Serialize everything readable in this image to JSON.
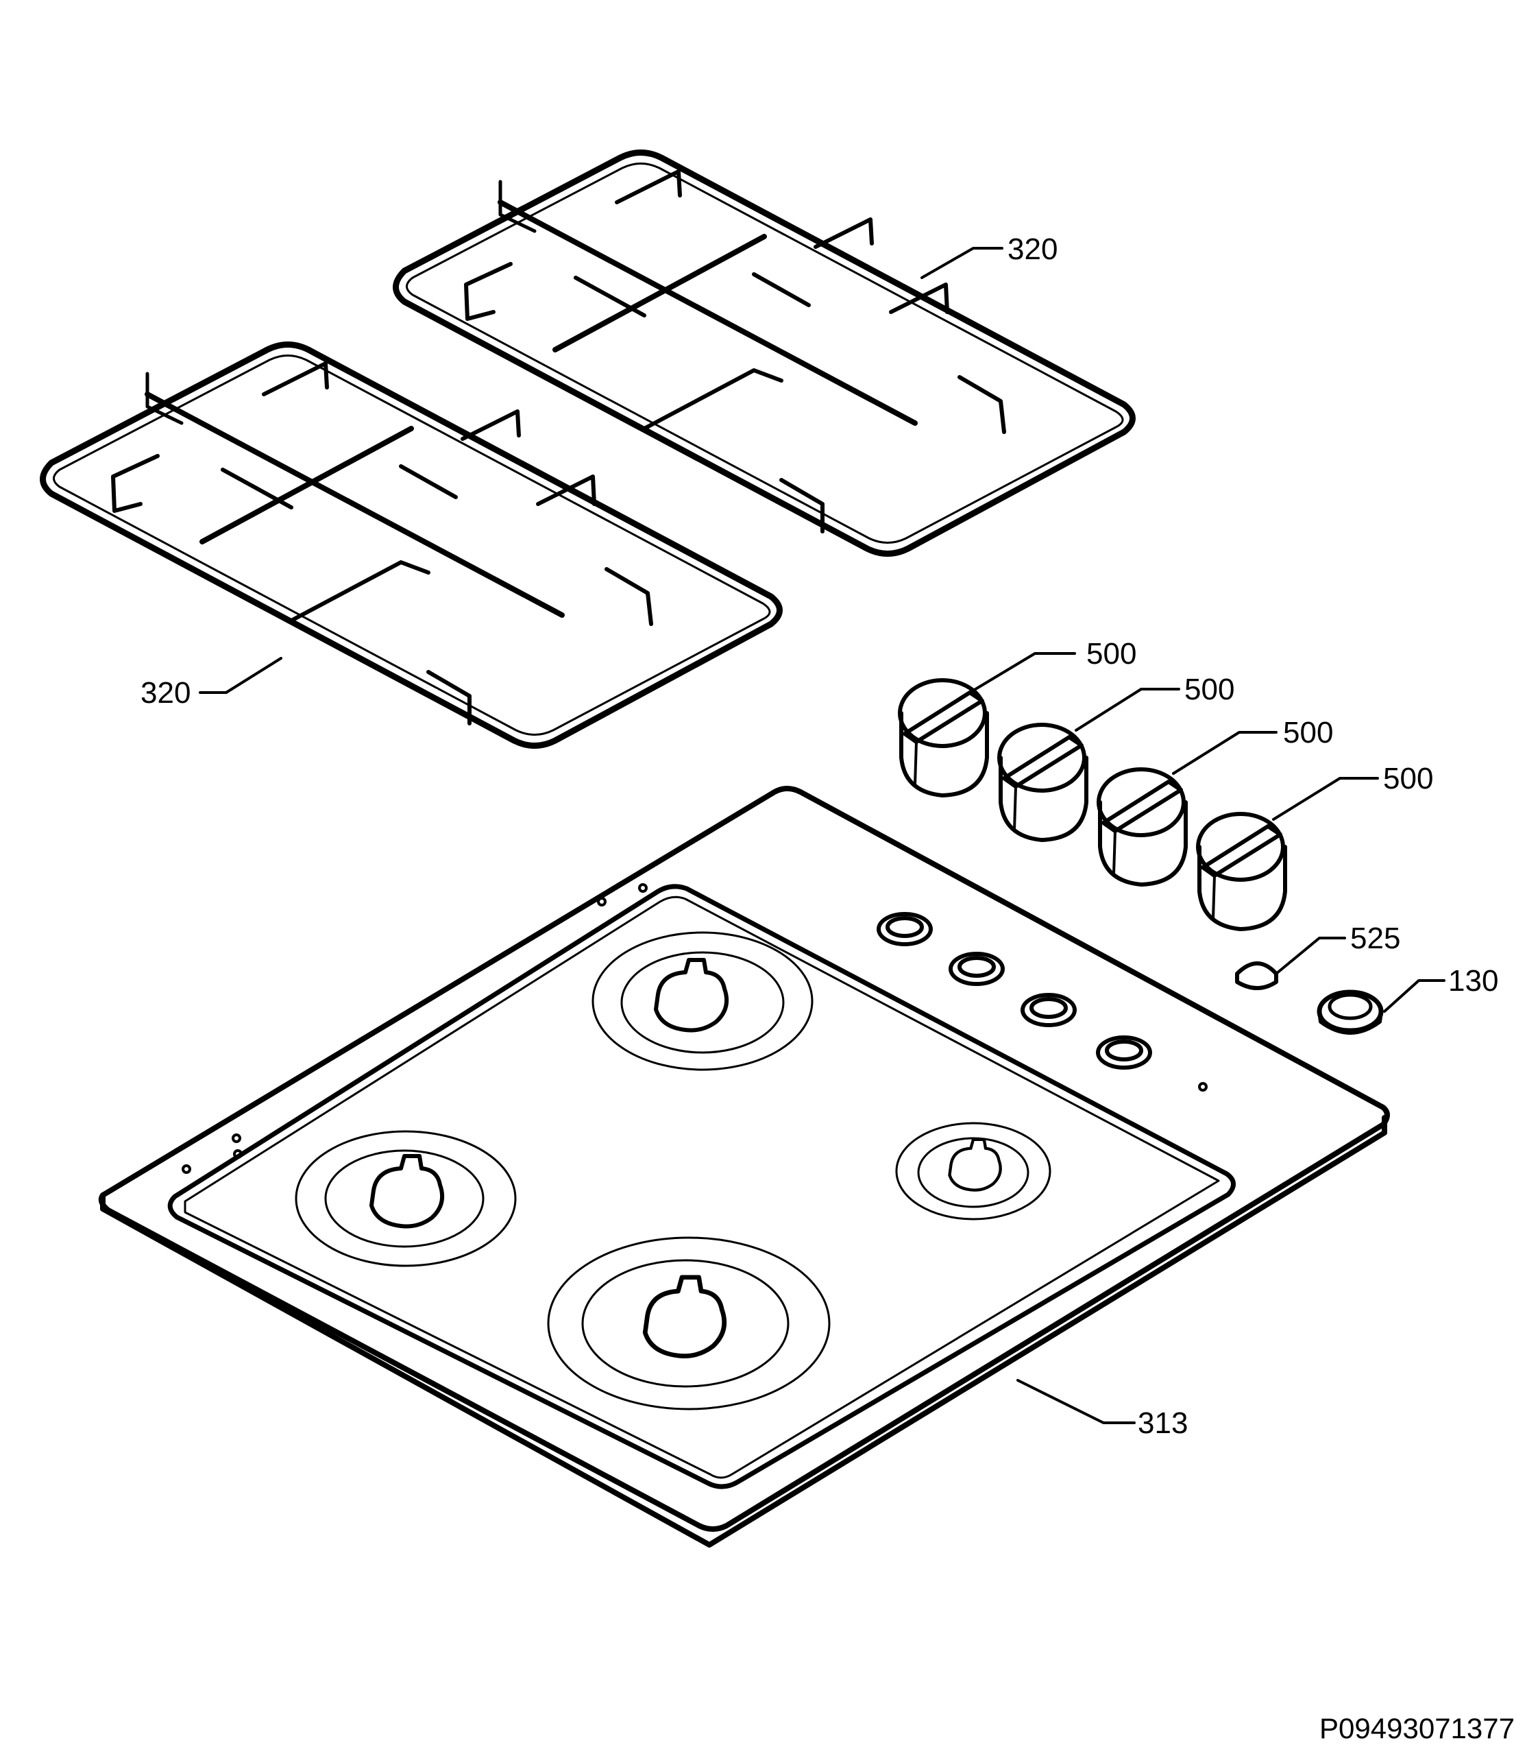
{
  "callouts": {
    "grate_top": "320",
    "grate_left": "320",
    "knob_1": "500",
    "knob_2": "500",
    "knob_3": "500",
    "knob_4": "500",
    "cap": "525",
    "bezel": "130",
    "hob_top": "313"
  },
  "diagram_code": "P09493071377"
}
